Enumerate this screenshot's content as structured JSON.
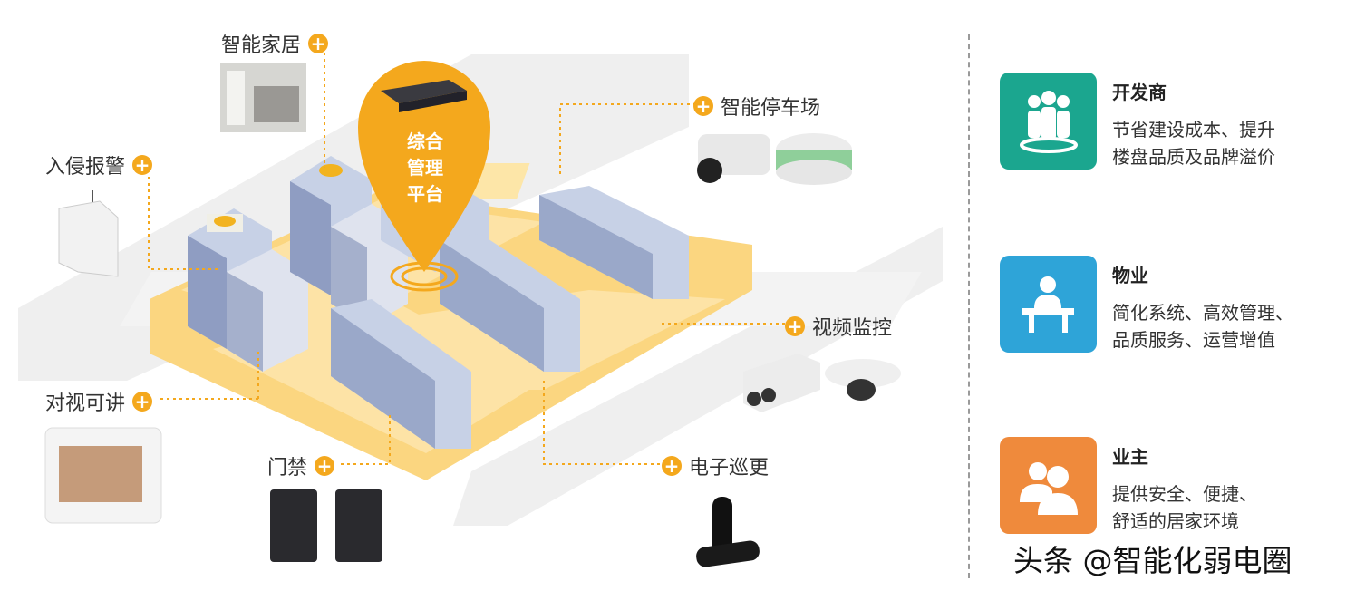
{
  "platform": {
    "line1": "综合",
    "line2": "管理",
    "line3": "平台"
  },
  "labels": {
    "smart_home": "智能家居",
    "intrusion_alarm": "入侵报警",
    "smart_parking": "智能停车场",
    "video_surveillance": "视频监控",
    "intercom": "对视可讲",
    "access_control": "门禁",
    "patrol": "电子巡更"
  },
  "roles": [
    {
      "title": "开发商",
      "desc1": "节省建设成本、提升",
      "desc2": "楼盘品质及品牌溢价",
      "color": "#1ba68f",
      "icon": "group-icon"
    },
    {
      "title": "物业",
      "desc1": "简化系统、高效管理、",
      "desc2": "品质服务、运营增值",
      "color": "#2ea4d8",
      "icon": "desk-person-icon"
    },
    {
      "title": "业主",
      "desc1": "提供安全、便捷、",
      "desc2": "舒适的居家环境",
      "color": "#ef8a3c",
      "icon": "two-people-icon"
    }
  ],
  "watermark": "头条 @智能化弱电圈",
  "colors": {
    "accent": "#f4a81d",
    "ground": "#fbd37a",
    "road": "#ececec"
  }
}
